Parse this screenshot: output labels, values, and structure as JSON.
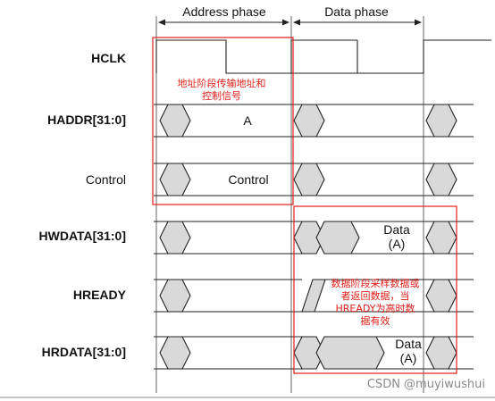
{
  "phases": {
    "address": "Address phase",
    "data": "Data phase"
  },
  "signals": {
    "hclk": "HCLK",
    "haddr": "HADDR[31:0]",
    "control": "Control",
    "hwdata": "HWDATA[31:0]",
    "hready": "HREADY",
    "hrdata": "HRDATA[31:0]"
  },
  "values": {
    "haddr": "A",
    "control": "Control",
    "hwdata_1": "Data",
    "hwdata_2": "(A)",
    "hrdata_1": "Data",
    "hrdata_2": "(A)"
  },
  "annotations": {
    "address_note": [
      "地址阶段传输地址和",
      "控制信号"
    ],
    "data_note": [
      "数据阶段采样数据或",
      "者返回数据，当",
      "HREADY为高时数",
      "据有效"
    ]
  },
  "colors": {
    "annotation": "#e0201a",
    "shade": "#d9d9d9"
  },
  "watermark": "CSDN @muyiwushui"
}
